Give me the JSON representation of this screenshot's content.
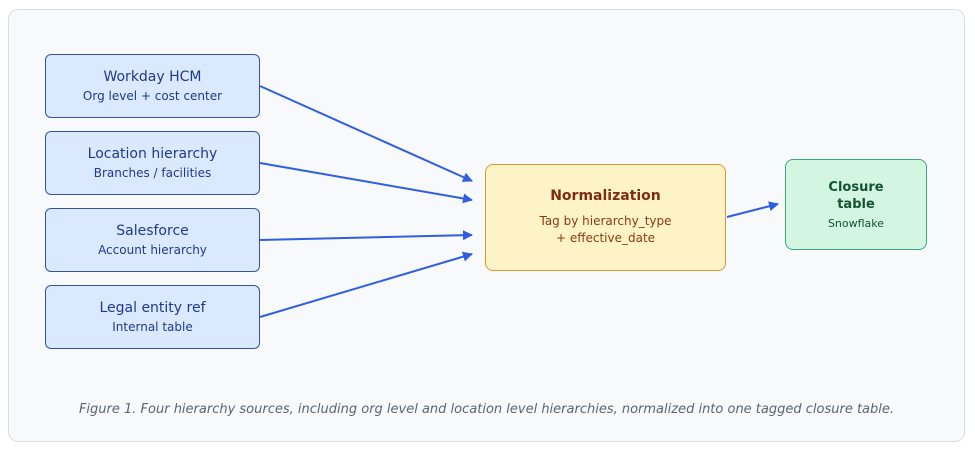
{
  "sources": [
    {
      "title": "Workday HCM",
      "subtitle": "Org level + cost center"
    },
    {
      "title": "Location hierarchy",
      "subtitle": "Branches / facilities"
    },
    {
      "title": "Salesforce",
      "subtitle": "Account hierarchy"
    },
    {
      "title": "Legal entity ref",
      "subtitle": "Internal table"
    }
  ],
  "normalization": {
    "title": "Normalization",
    "line1": "Tag by hierarchy_type",
    "line2": "+ effective_date"
  },
  "closure": {
    "title_line1": "Closure",
    "title_line2": "table",
    "subtitle": "Snowflake"
  },
  "caption": "Figure 1. Four hierarchy sources, including org level and location level hierarchies, normalized into one tagged closure table.",
  "colors": {
    "arrow": "#2f5fe0",
    "source_fill": "#dbe9fe",
    "normalize_fill": "#fdf3c6",
    "closure_fill": "#d3f6e3"
  }
}
